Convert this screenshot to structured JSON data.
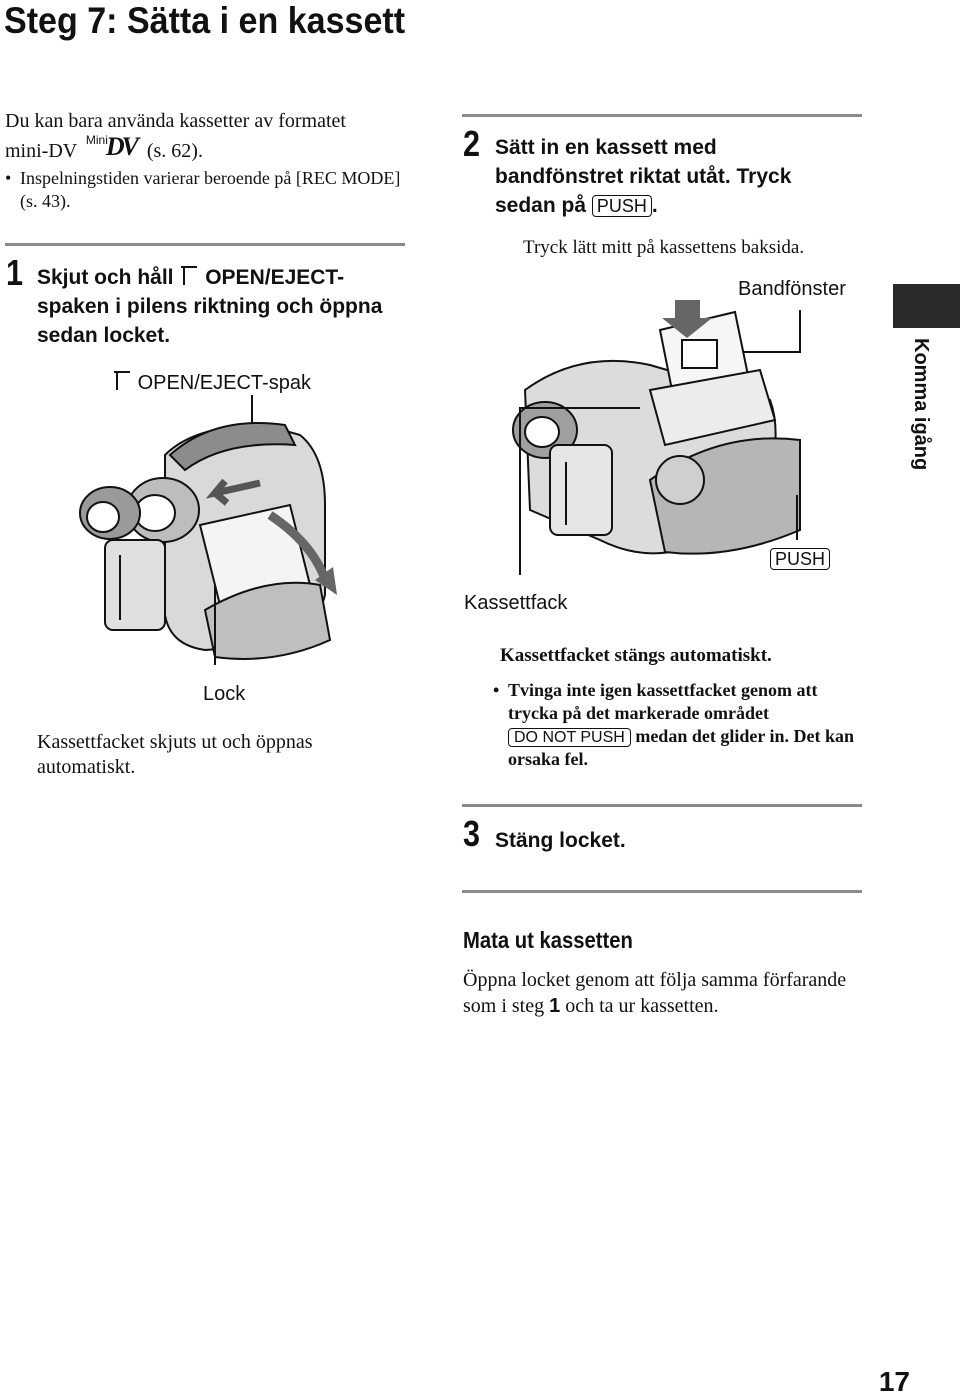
{
  "page": {
    "title": "Steg 7: Sätta i en kassett",
    "page_number": "17",
    "side_tab": "Komma igång"
  },
  "intro": {
    "line1": "Du kan bara använda kassetter av formatet",
    "line2_prefix": "mini-DV",
    "mini_label": "Mini",
    "dv_logo": "DV",
    "line2_suffix": "(s. 62).",
    "bullet": "Inspelningstiden varierar beroende på [REC MODE] (s. 43)."
  },
  "step1": {
    "number": "1",
    "text_a": "Skjut och håll",
    "text_b": "OPEN/EJECT-spaken i pilens riktning och öppna sedan locket.",
    "label_lever": "OPEN/EJECT-spak",
    "label_lock": "Lock",
    "caption": "Kassettfacket skjuts ut och öppnas automatiskt."
  },
  "step2": {
    "number": "2",
    "text": "Sätt in en kassett med bandfönstret riktat utåt. Tryck sedan på",
    "push_key": "PUSH",
    "text_end": ".",
    "note": "Tryck lätt mitt på kassettens baksida.",
    "label_window": "Bandfönster",
    "label_push": "PUSH",
    "label_compartment": "Kassettfack",
    "closes": "Kassettfacket stängs automatiskt.",
    "warning_a": "Tvinga inte igen kassettfacket genom att trycka på det markerade området",
    "donotpush_key": "DO NOT PUSH",
    "warning_b": "medan det glider in. Det kan orsaka fel."
  },
  "step3": {
    "number": "3",
    "text": "Stäng locket."
  },
  "eject": {
    "heading": "Mata ut kassetten",
    "text_a": "Öppna locket genom att följa samma förfarande som i steg",
    "step_ref": "1",
    "text_b": "och ta ur kassetten."
  }
}
